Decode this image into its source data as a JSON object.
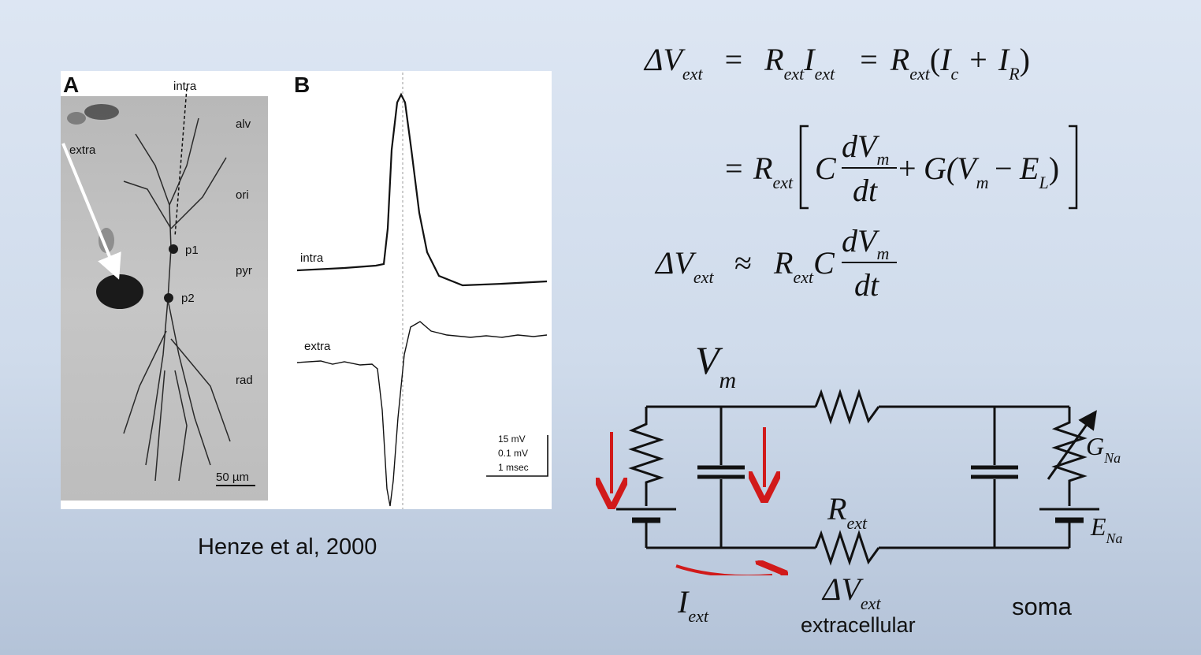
{
  "figure": {
    "panel_a_label": "A",
    "panel_b_label": "B",
    "panel_a_labels": {
      "intra": "intra",
      "extra": "extra",
      "alv": "alv",
      "ori": "ori",
      "pyr": "pyr",
      "rad": "rad",
      "p1": "p1",
      "p2": "p2",
      "scale": "50 µm"
    },
    "panel_b_labels": {
      "intra": "intra",
      "extra": "extra",
      "scale_mv": "15 mV",
      "scale_uv": "0.1 mV",
      "scale_time": "1 msec"
    },
    "citation": "Henze et al, 2000"
  },
  "equations": {
    "line1": {
      "lhs": "ΔV",
      "lhs_sub": "ext",
      "eq1": "=",
      "r": "R",
      "r_sub": "ext",
      "i": "I",
      "i_sub": "ext",
      "eq2": "=",
      "r2": "R",
      "r2_sub": "ext",
      "paren_open": "(",
      "ic": "I",
      "ic_sub": "c",
      "plus": "+",
      "ir": "I",
      "ir_sub": "R",
      "paren_close": ")"
    },
    "line2": {
      "eq": "=",
      "r": "R",
      "r_sub": "ext",
      "c": "C",
      "num": "dV",
      "num_sub": "m",
      "den": "dt",
      "plus": "+",
      "g": "G(V",
      "g_sub": "m",
      "minus": "−",
      "e": "E",
      "e_sub": "L",
      "close": ")"
    },
    "line3": {
      "lhs": "ΔV",
      "lhs_sub": "ext",
      "approx": "≈",
      "r": "R",
      "r_sub": "ext",
      "c": "C",
      "num": "dV",
      "num_sub": "m",
      "den": "dt"
    }
  },
  "circuit": {
    "vm": "V",
    "vm_sub": "m",
    "rext": "R",
    "rext_sub": "ext",
    "gna": "G",
    "gna_sub": "Na",
    "ena": "E",
    "ena_sub": "Na",
    "iext": "I",
    "iext_sub": "ext",
    "dvext": "ΔV",
    "dvext_sub": "ext",
    "extracellular": "extracellular",
    "soma": "soma",
    "arrow_color": "#d11a1a",
    "wire_color": "#111111"
  }
}
